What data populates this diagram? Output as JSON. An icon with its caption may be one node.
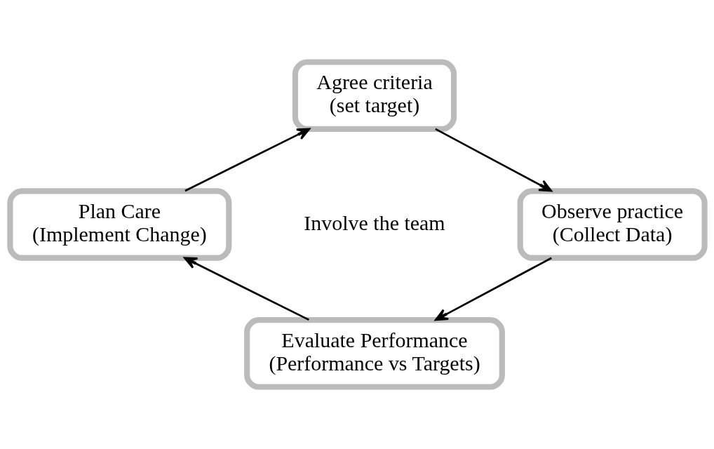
{
  "diagram": {
    "nodes": [
      {
        "text": [
          "Agree criteria",
          "(set target)"
        ]
      },
      {
        "text": [
          "Observe practice",
          "(Collect Data)"
        ]
      },
      {
        "text": [
          "Evaluate Performance",
          "(Performance vs Targets)"
        ]
      },
      {
        "text": [
          "Plan Care",
          "(Implement Change)"
        ]
      },
      {
        "text": [
          "Involve the team"
        ]
      }
    ],
    "edges": [
      {
        "from": 0,
        "to": 1,
        "arrow": "to"
      },
      {
        "from": 1,
        "to": 2,
        "arrow": "to"
      },
      {
        "from": 2,
        "to": 3,
        "arrow": "to"
      },
      {
        "from": 3,
        "to": 0,
        "arrow": "to"
      }
    ]
  }
}
